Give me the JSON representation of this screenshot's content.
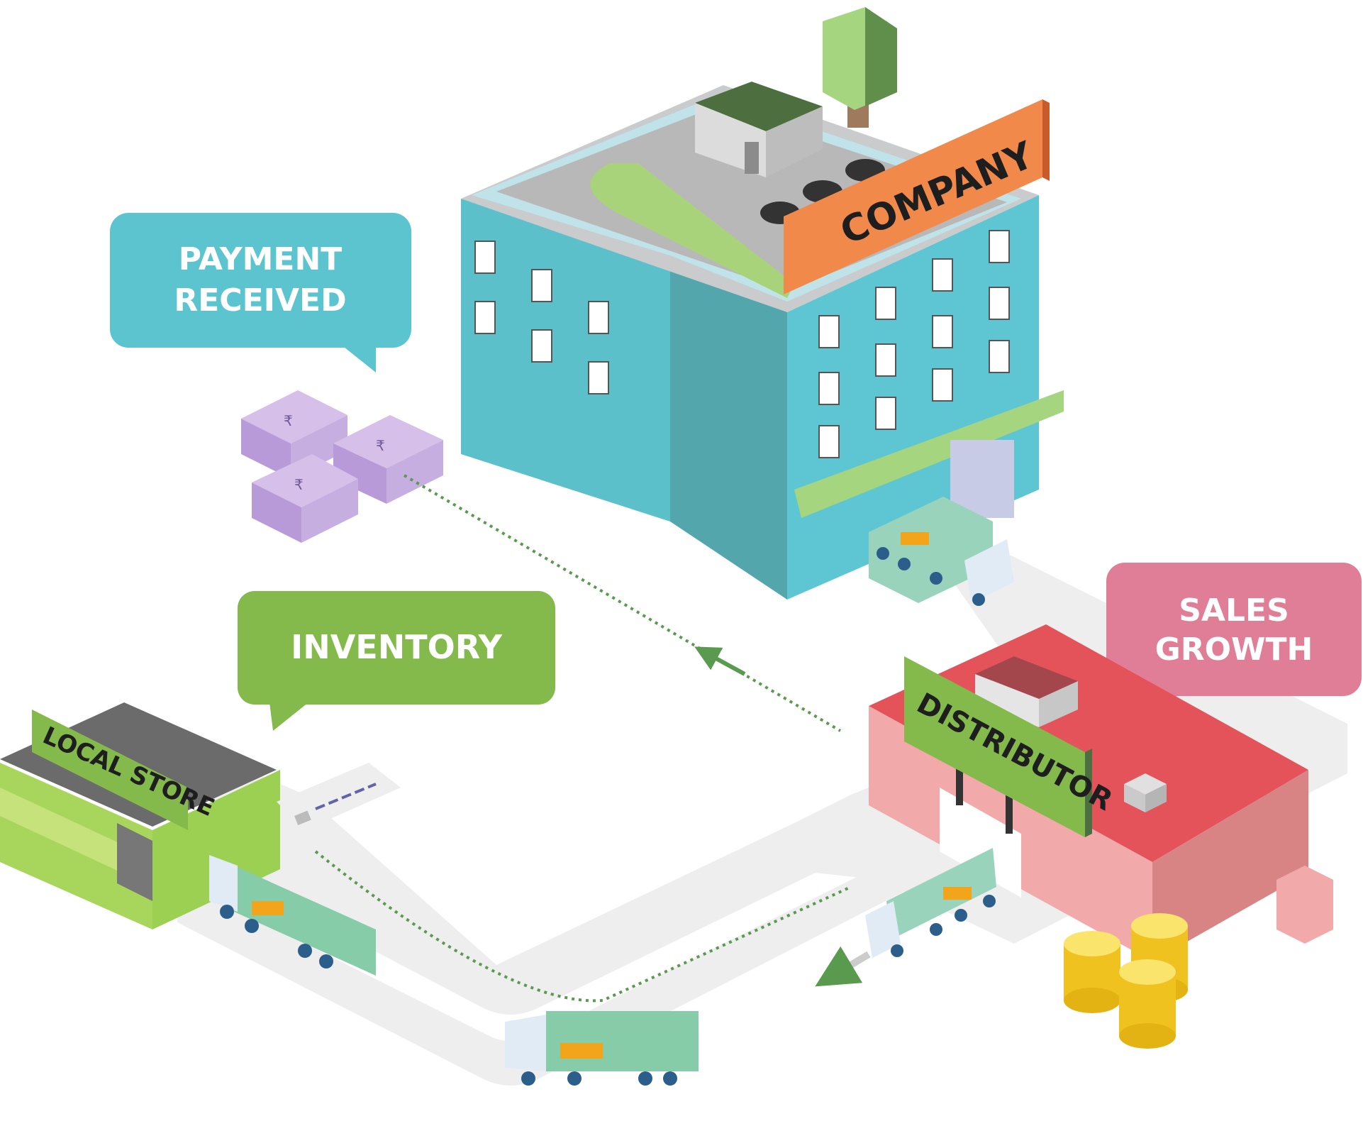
{
  "bubbles": {
    "payment": {
      "line1": "PAYMENT",
      "line2": "RECEIVED",
      "color": "#5cc4cf"
    },
    "inventory": {
      "label": "INVENTORY",
      "color": "#84b94c"
    },
    "sales": {
      "line1": "SALES",
      "line2": "GROWTH",
      "color": "#e07e97"
    }
  },
  "signs": {
    "company": "COMPANY",
    "distributor": "DISTRIBUTOR",
    "local_store": "LOCAL STORE"
  },
  "icons": {
    "currency_symbol": "₹"
  },
  "colors": {
    "company_building": "#5cc0cb",
    "company_sign": "#f0894a",
    "distributor_roof": "#e5535a",
    "distributor_walls": "#f2a9a9",
    "store_walls": "#a8d65c",
    "road": "#eeeeee",
    "flow_dots": "#5a9a4f",
    "money": "#cbb2e3",
    "coins": "#f7d43b"
  }
}
